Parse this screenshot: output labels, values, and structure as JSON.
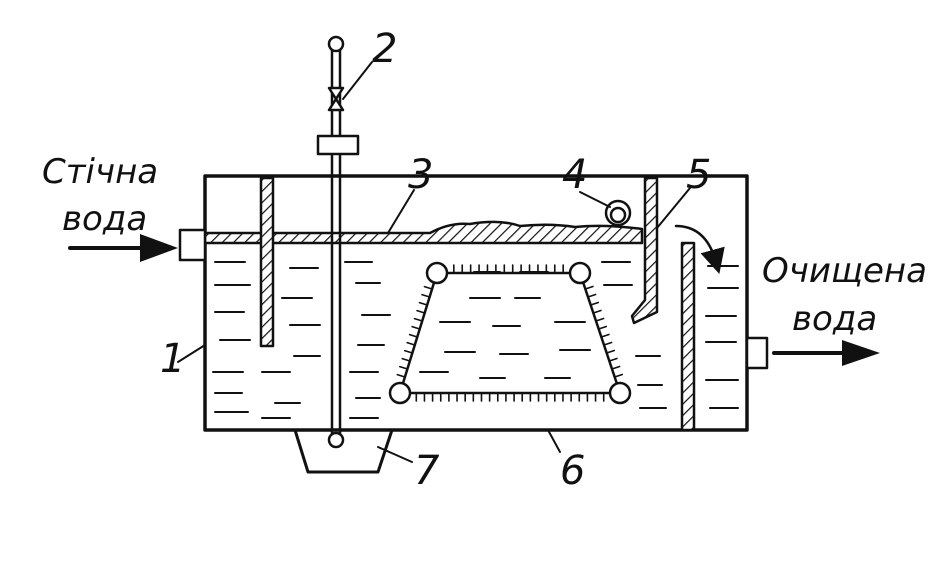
{
  "labels": {
    "inlet_line1": "Стічна",
    "inlet_line2": "вода",
    "outlet_line1": "Очищена",
    "outlet_line2": "вода",
    "n1": "1",
    "n2": "2",
    "n3": "3",
    "n4": "4",
    "n5": "5",
    "n6": "6",
    "n7": "7"
  },
  "colors": {
    "ink": "#111111",
    "background": "#ffffff"
  }
}
